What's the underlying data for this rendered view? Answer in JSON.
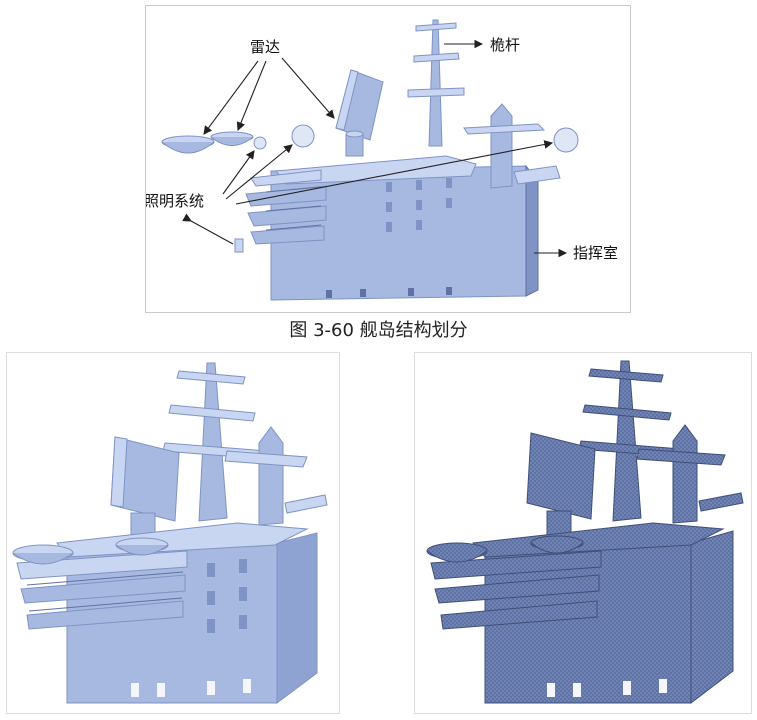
{
  "figure": {
    "caption": "图 3-60 舰岛结构划分",
    "labels": {
      "radar": "雷达",
      "mast": "桅杆",
      "lighting": "照明系统",
      "bridge": "指挥室"
    }
  },
  "colors": {
    "model_fill": "#a7b9e0",
    "model_light": "#c9d6f2",
    "model_shade": "#7f93c4",
    "model_dark": "#5f72a6",
    "mesh_fill": "#6f83b6",
    "mesh_dark": "#4f628f",
    "line": "#222222"
  },
  "icons": [
    "arrow-icon"
  ]
}
